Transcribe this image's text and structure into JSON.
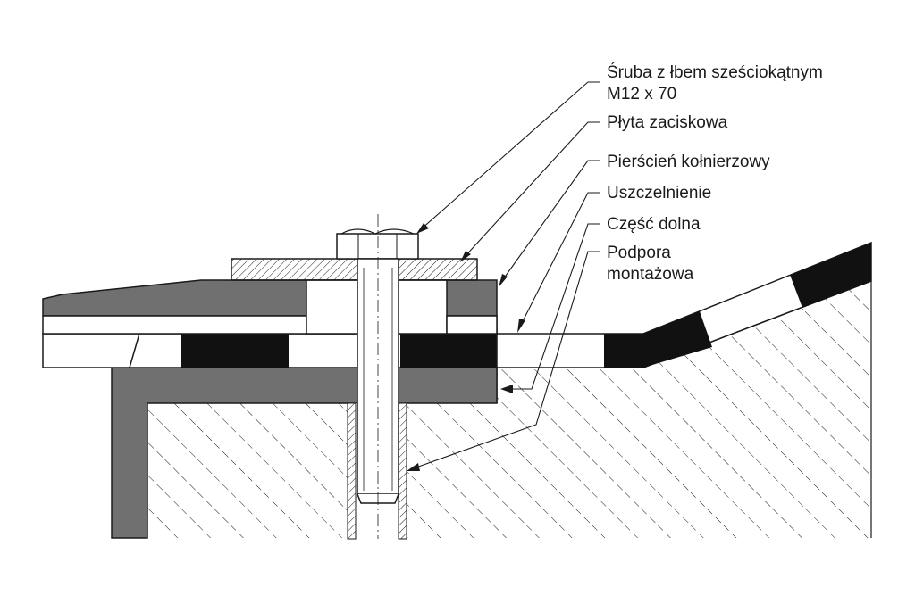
{
  "labels": {
    "bolt_line1": "Śruba z łbem sześciokątnym",
    "bolt_line2": "M12 x 70",
    "clamp_plate": "Płyta zaciskowa",
    "flange_ring": "Pierścień kołnierzowy",
    "seal": "Uszczelnienie",
    "lower_part": "Część dolna",
    "support_line1": "Podpora",
    "support_line2": "montażowa"
  },
  "colors": {
    "steel_gray": "#707070",
    "black": "#111111",
    "line": "#1a1a1a",
    "background": "#ffffff"
  },
  "icons": [
    "hatch-pattern-concrete",
    "hatch-pattern-plate"
  ]
}
